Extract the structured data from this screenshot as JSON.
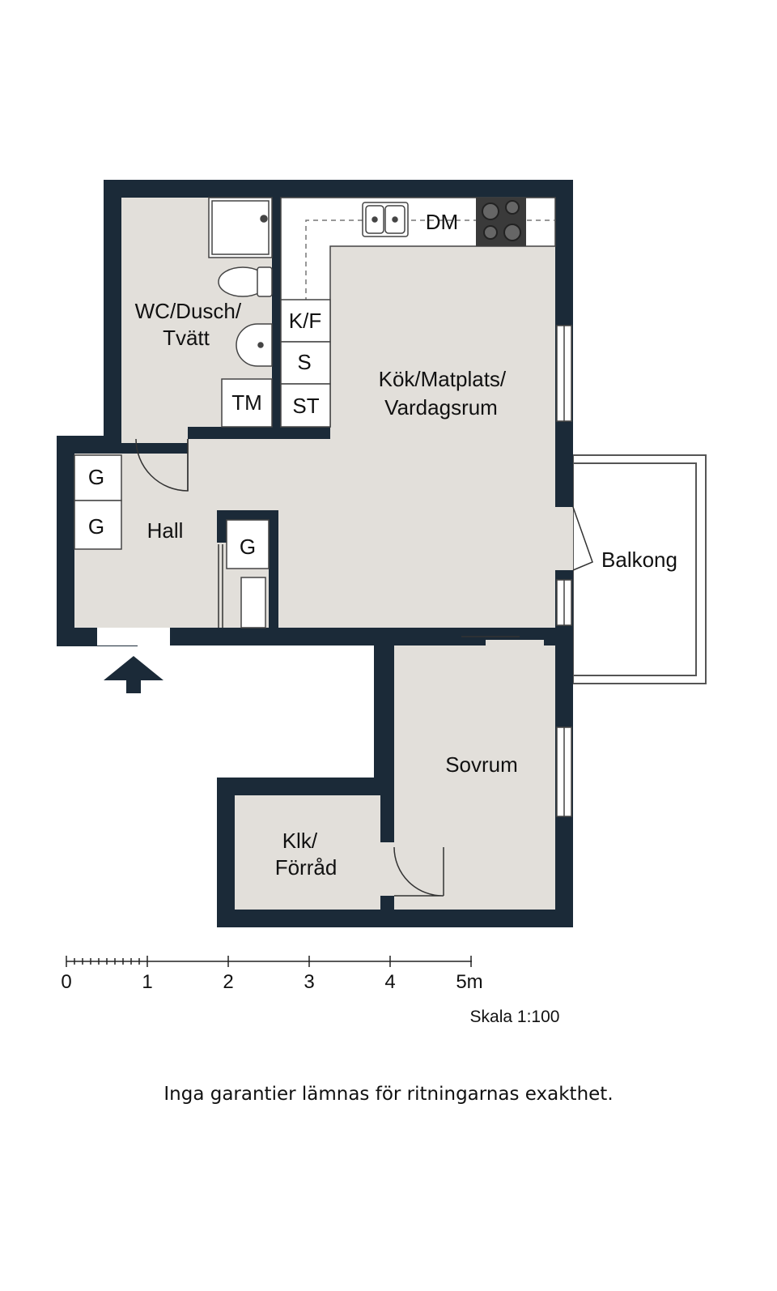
{
  "colors": {
    "wall": "#1b2a38",
    "floor": "#e2dfda",
    "fixture": "#ffffff",
    "line": "#333333"
  },
  "rooms": {
    "wc": "WC/Dusch/\nTvätt",
    "kitchen": "Kök/Matplats/\nVardagsrum",
    "hall": "Hall",
    "balcony": "Balkong",
    "bedroom": "Sovrum",
    "closet": "Klk/\nFörråd"
  },
  "fixtures": {
    "tm": "TM",
    "kf": "K/F",
    "s": "S",
    "st": "ST",
    "dm": "DM",
    "g1": "G",
    "g2": "G",
    "g3": "G"
  },
  "scale": {
    "ticks": [
      "0",
      "1",
      "2",
      "3",
      "4",
      "5m"
    ],
    "label": "Skala 1:100"
  },
  "disclaimer": "Inga garantier lämnas för ritningarnas exakthet."
}
